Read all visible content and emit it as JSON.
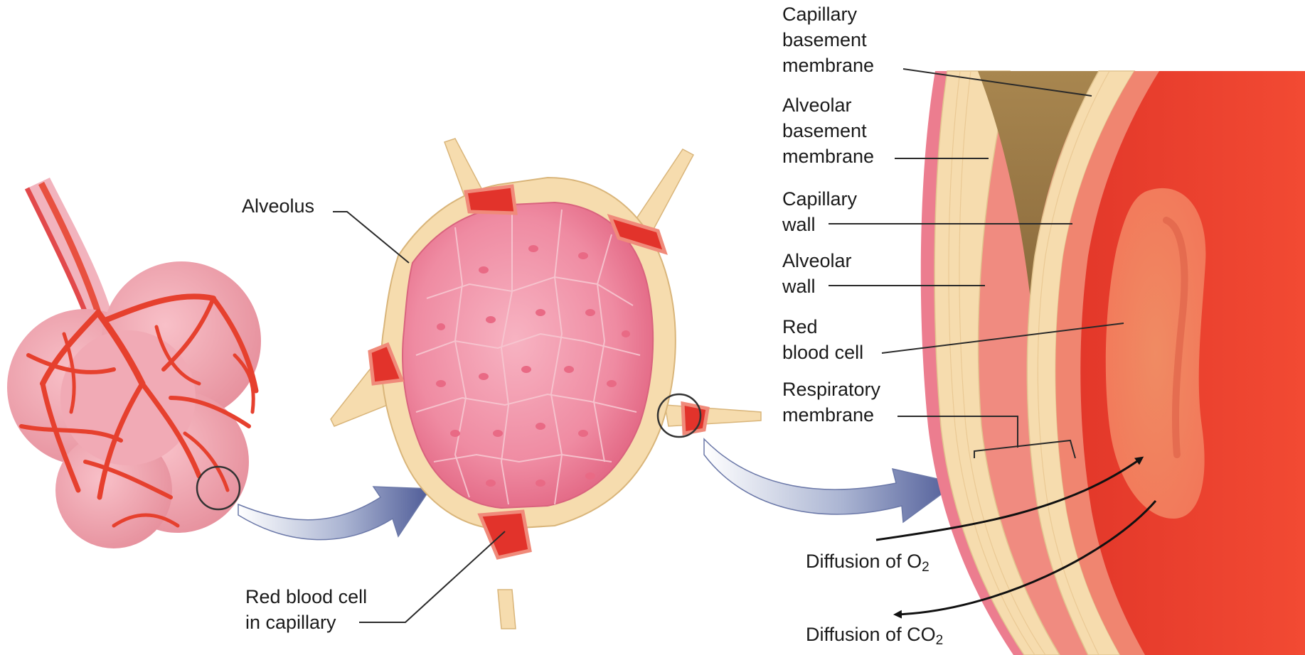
{
  "labels": {
    "capillary_basement_membrane": [
      "Capillary",
      "basement",
      "membrane"
    ],
    "alveolar_basement_membrane": [
      "Alveolar",
      "basement",
      "membrane"
    ],
    "capillary_wall": [
      "Capillary",
      "wall"
    ],
    "alveolar_wall": [
      "Alveolar",
      "wall"
    ],
    "red_blood_cell": [
      "Red",
      "blood cell"
    ],
    "respiratory_membrane": [
      "Respiratory",
      "membrane"
    ],
    "diffusion_o2": {
      "text": "Diffusion of O",
      "subscript": "2"
    },
    "diffusion_co2": {
      "text": "Diffusion of CO",
      "subscript": "2"
    },
    "alveolus": "Alveolus",
    "red_blood_cell_in_capillary": [
      "Red blood cell",
      "in capillary"
    ]
  },
  "colors": {
    "blood": "#e8402e",
    "alveolus_tissue": "#f6dcae",
    "alveolus_lumen": "#ef8ba2",
    "arrow": "#4e5b97"
  }
}
